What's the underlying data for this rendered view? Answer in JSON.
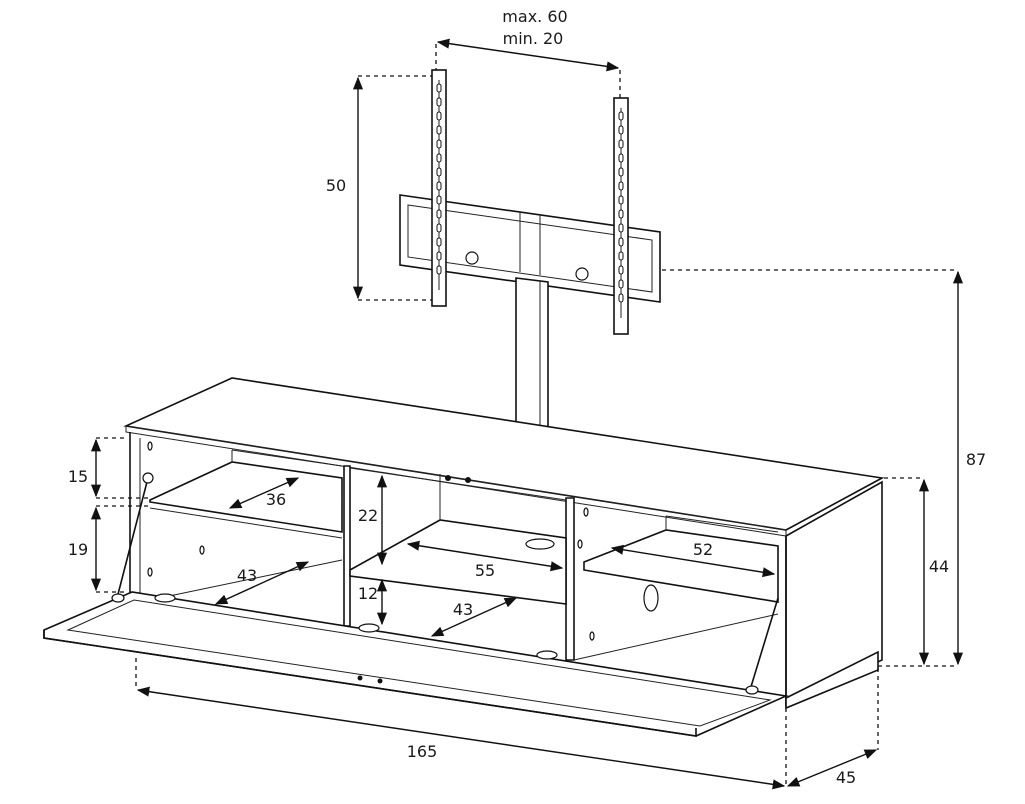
{
  "diagram": {
    "labels": {
      "mount_max": "max. 60",
      "mount_min": "min. 20",
      "mount_height": "50",
      "total_height": "87",
      "cabinet_height": "44",
      "width": "165",
      "depth": "45",
      "left_upper_height": "15",
      "left_lower_height": "19",
      "left_shelf_depth": "36",
      "left_bottom_depth": "43",
      "center_upper_height": "22",
      "center_lower_height": "12",
      "center_shelf_width": "55",
      "center_bottom_depth": "43",
      "right_shelf_width": "52"
    },
    "colors": {
      "line": "#111111",
      "background": "#ffffff"
    }
  }
}
